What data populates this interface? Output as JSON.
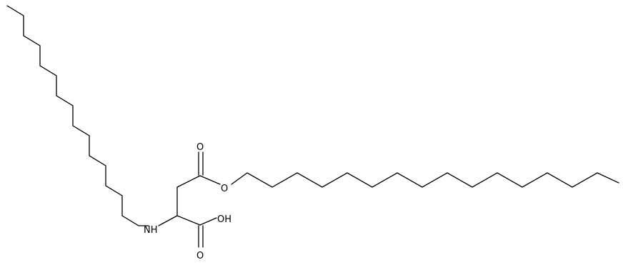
{
  "molecule": {
    "atoms": {
      "oxygen_carbonyl_ester": "O",
      "oxygen_ester": "O",
      "hydroxyl": "OH",
      "oxygen_carbonyl_acid": "O",
      "amine": "NH"
    },
    "colors": {
      "bond": "#000000",
      "label": "#000000",
      "background": "#ffffff"
    }
  }
}
